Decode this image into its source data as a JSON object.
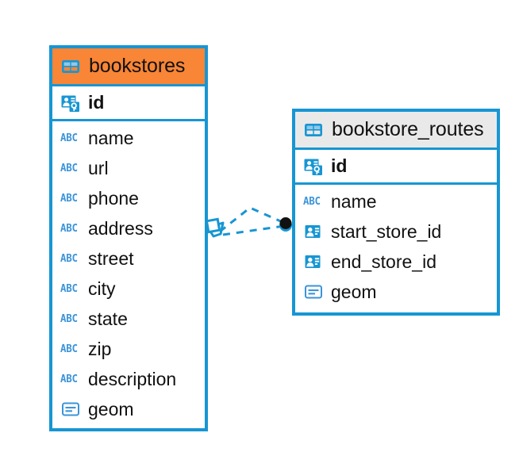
{
  "diagram": {
    "type": "entity-relationship-diagram",
    "background_color": "#ffffff",
    "accent_color": "#1796d3",
    "highlight_color": "#f98536",
    "header_grey": "#e9e9e9",
    "text_color": "#111111"
  },
  "tables": [
    {
      "name": "bookstores",
      "header_style": "orange",
      "icon": "table-icon",
      "primary_key": {
        "label": "id",
        "icon": "primary-key-icon",
        "type": "pk"
      },
      "fields": [
        {
          "label": "name",
          "icon": "abc-icon",
          "type": "text",
          "glyph": "ABC"
        },
        {
          "label": "url",
          "icon": "abc-icon",
          "type": "text",
          "glyph": "ABC"
        },
        {
          "label": "phone",
          "icon": "abc-icon",
          "type": "text",
          "glyph": "ABC"
        },
        {
          "label": "address",
          "icon": "abc-icon",
          "type": "text",
          "glyph": "ABC"
        },
        {
          "label": "street",
          "icon": "abc-icon",
          "type": "text",
          "glyph": "ABC"
        },
        {
          "label": "city",
          "icon": "abc-icon",
          "type": "text",
          "glyph": "ABC"
        },
        {
          "label": "state",
          "icon": "abc-icon",
          "type": "text",
          "glyph": "ABC"
        },
        {
          "label": "zip",
          "icon": "abc-icon",
          "type": "text",
          "glyph": "ABC"
        },
        {
          "label": "description",
          "icon": "abc-icon",
          "type": "text",
          "glyph": "ABC"
        },
        {
          "label": "geom",
          "icon": "geometry-icon",
          "type": "geometry",
          "glyph": ""
        }
      ]
    },
    {
      "name": "bookstore_routes",
      "header_style": "grey",
      "icon": "table-icon",
      "primary_key": {
        "label": "id",
        "icon": "primary-key-icon",
        "type": "pk"
      },
      "fields": [
        {
          "label": "name",
          "icon": "abc-icon",
          "type": "text",
          "glyph": "ABC"
        },
        {
          "label": "start_store_id",
          "icon": "foreign-key-icon",
          "type": "foreign-key",
          "glyph": ""
        },
        {
          "label": "end_store_id",
          "icon": "foreign-key-icon",
          "type": "foreign-key",
          "glyph": ""
        },
        {
          "label": "geom",
          "icon": "geometry-icon",
          "type": "geometry",
          "glyph": ""
        }
      ]
    }
  ],
  "relationship": {
    "name": "bookstores-to-bookstore_routes",
    "line_style": "dashed",
    "line_color": "#1796d3",
    "source_marker": "diamond-marker",
    "target_marker": "filled-circle-marker",
    "source_table": "bookstores",
    "target_table": "bookstore_routes"
  }
}
